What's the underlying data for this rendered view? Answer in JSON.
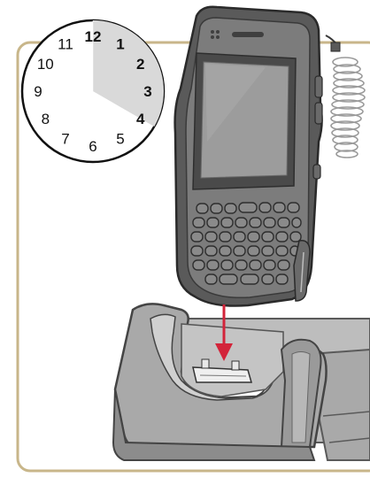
{
  "illustration": {
    "description_kind": "instructional-figure",
    "clock": {
      "numerals": [
        "12",
        "1",
        "2",
        "3",
        "4",
        "5",
        "6",
        "7",
        "8",
        "9",
        "10",
        "11"
      ],
      "bold_numerals": [
        "12",
        "1",
        "2",
        "3",
        "4"
      ],
      "highlighted_hours": 4,
      "highlight_color": "#d9d9d9"
    },
    "colors": {
      "frame": "#c8b68a",
      "panel": "#ffffff",
      "device_dark": "#4a4a4a",
      "device_mid": "#8a8a8a",
      "device_light": "#cfcfcf",
      "screen": "#9c9c9c",
      "cradle": "#a9a9a9",
      "cradle_light": "#c9c9c9",
      "cradle_dark": "#6f6f6f",
      "arrow": "#d3243a"
    },
    "icons": {
      "clock": "clock-icon",
      "arrow": "down-arrow-icon",
      "device": "handheld-computer",
      "cradle": "charging-dock",
      "lanyard": "coiled-tether"
    }
  }
}
